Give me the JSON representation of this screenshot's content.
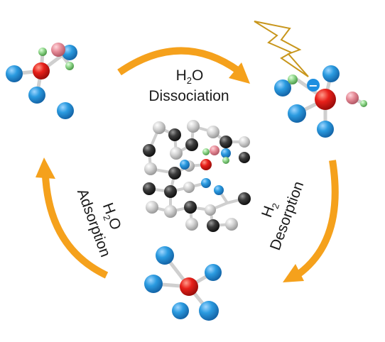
{
  "labels": {
    "dissociation_line1_main": "H",
    "dissociation_line1_sub": "2",
    "dissociation_line1_tail": "O",
    "dissociation_line2": "Dissociation",
    "adsorption_line1_main": "H",
    "adsorption_line1_sub": "2",
    "adsorption_line1_tail": "O",
    "adsorption_line2": "Adsorption",
    "desorption_line1_main": "H",
    "desorption_line1_sub": "2",
    "desorption_line2": "Desorption",
    "electron_sign": "−"
  },
  "colors": {
    "arrow": "#f5a11c",
    "oxygen": "#e8201a",
    "hydrogen_blue": "#2b9be0",
    "hydrogen_pink": "#e58a96",
    "hydrogen_green": "#8fd68a",
    "bond": "#cfcfcf",
    "carbon_dark": "#3d3d3d",
    "carbon_light": "#c8c8c8",
    "lightning": "#c8961c",
    "electron": "#1e8fe0"
  },
  "icons": {
    "lightning": "lightning-bolt-icon",
    "electron": "electron-icon"
  }
}
